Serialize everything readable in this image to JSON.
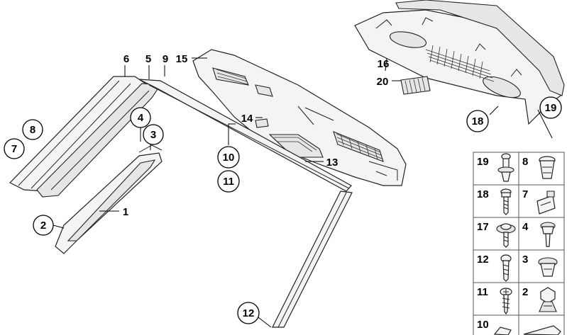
{
  "callouts": {
    "c1": "1",
    "c2": "2",
    "c3": "3",
    "c4": "4",
    "c5": "5",
    "c6": "6",
    "c7": "7",
    "c8": "8",
    "c9": "9",
    "c10": "10",
    "c11": "11",
    "c12": "12",
    "c13": "13",
    "c14": "14",
    "c15": "15",
    "c16": "16",
    "c18": "18",
    "c19": "19",
    "c20": "20"
  },
  "legend": {
    "rows": [
      {
        "left": "19",
        "right": "8"
      },
      {
        "left": "18",
        "right": "7"
      },
      {
        "left": "17",
        "right": "4"
      },
      {
        "left": "12",
        "right": "3"
      },
      {
        "left": "11",
        "right": "2"
      },
      {
        "left": "10",
        "right": ""
      }
    ]
  }
}
